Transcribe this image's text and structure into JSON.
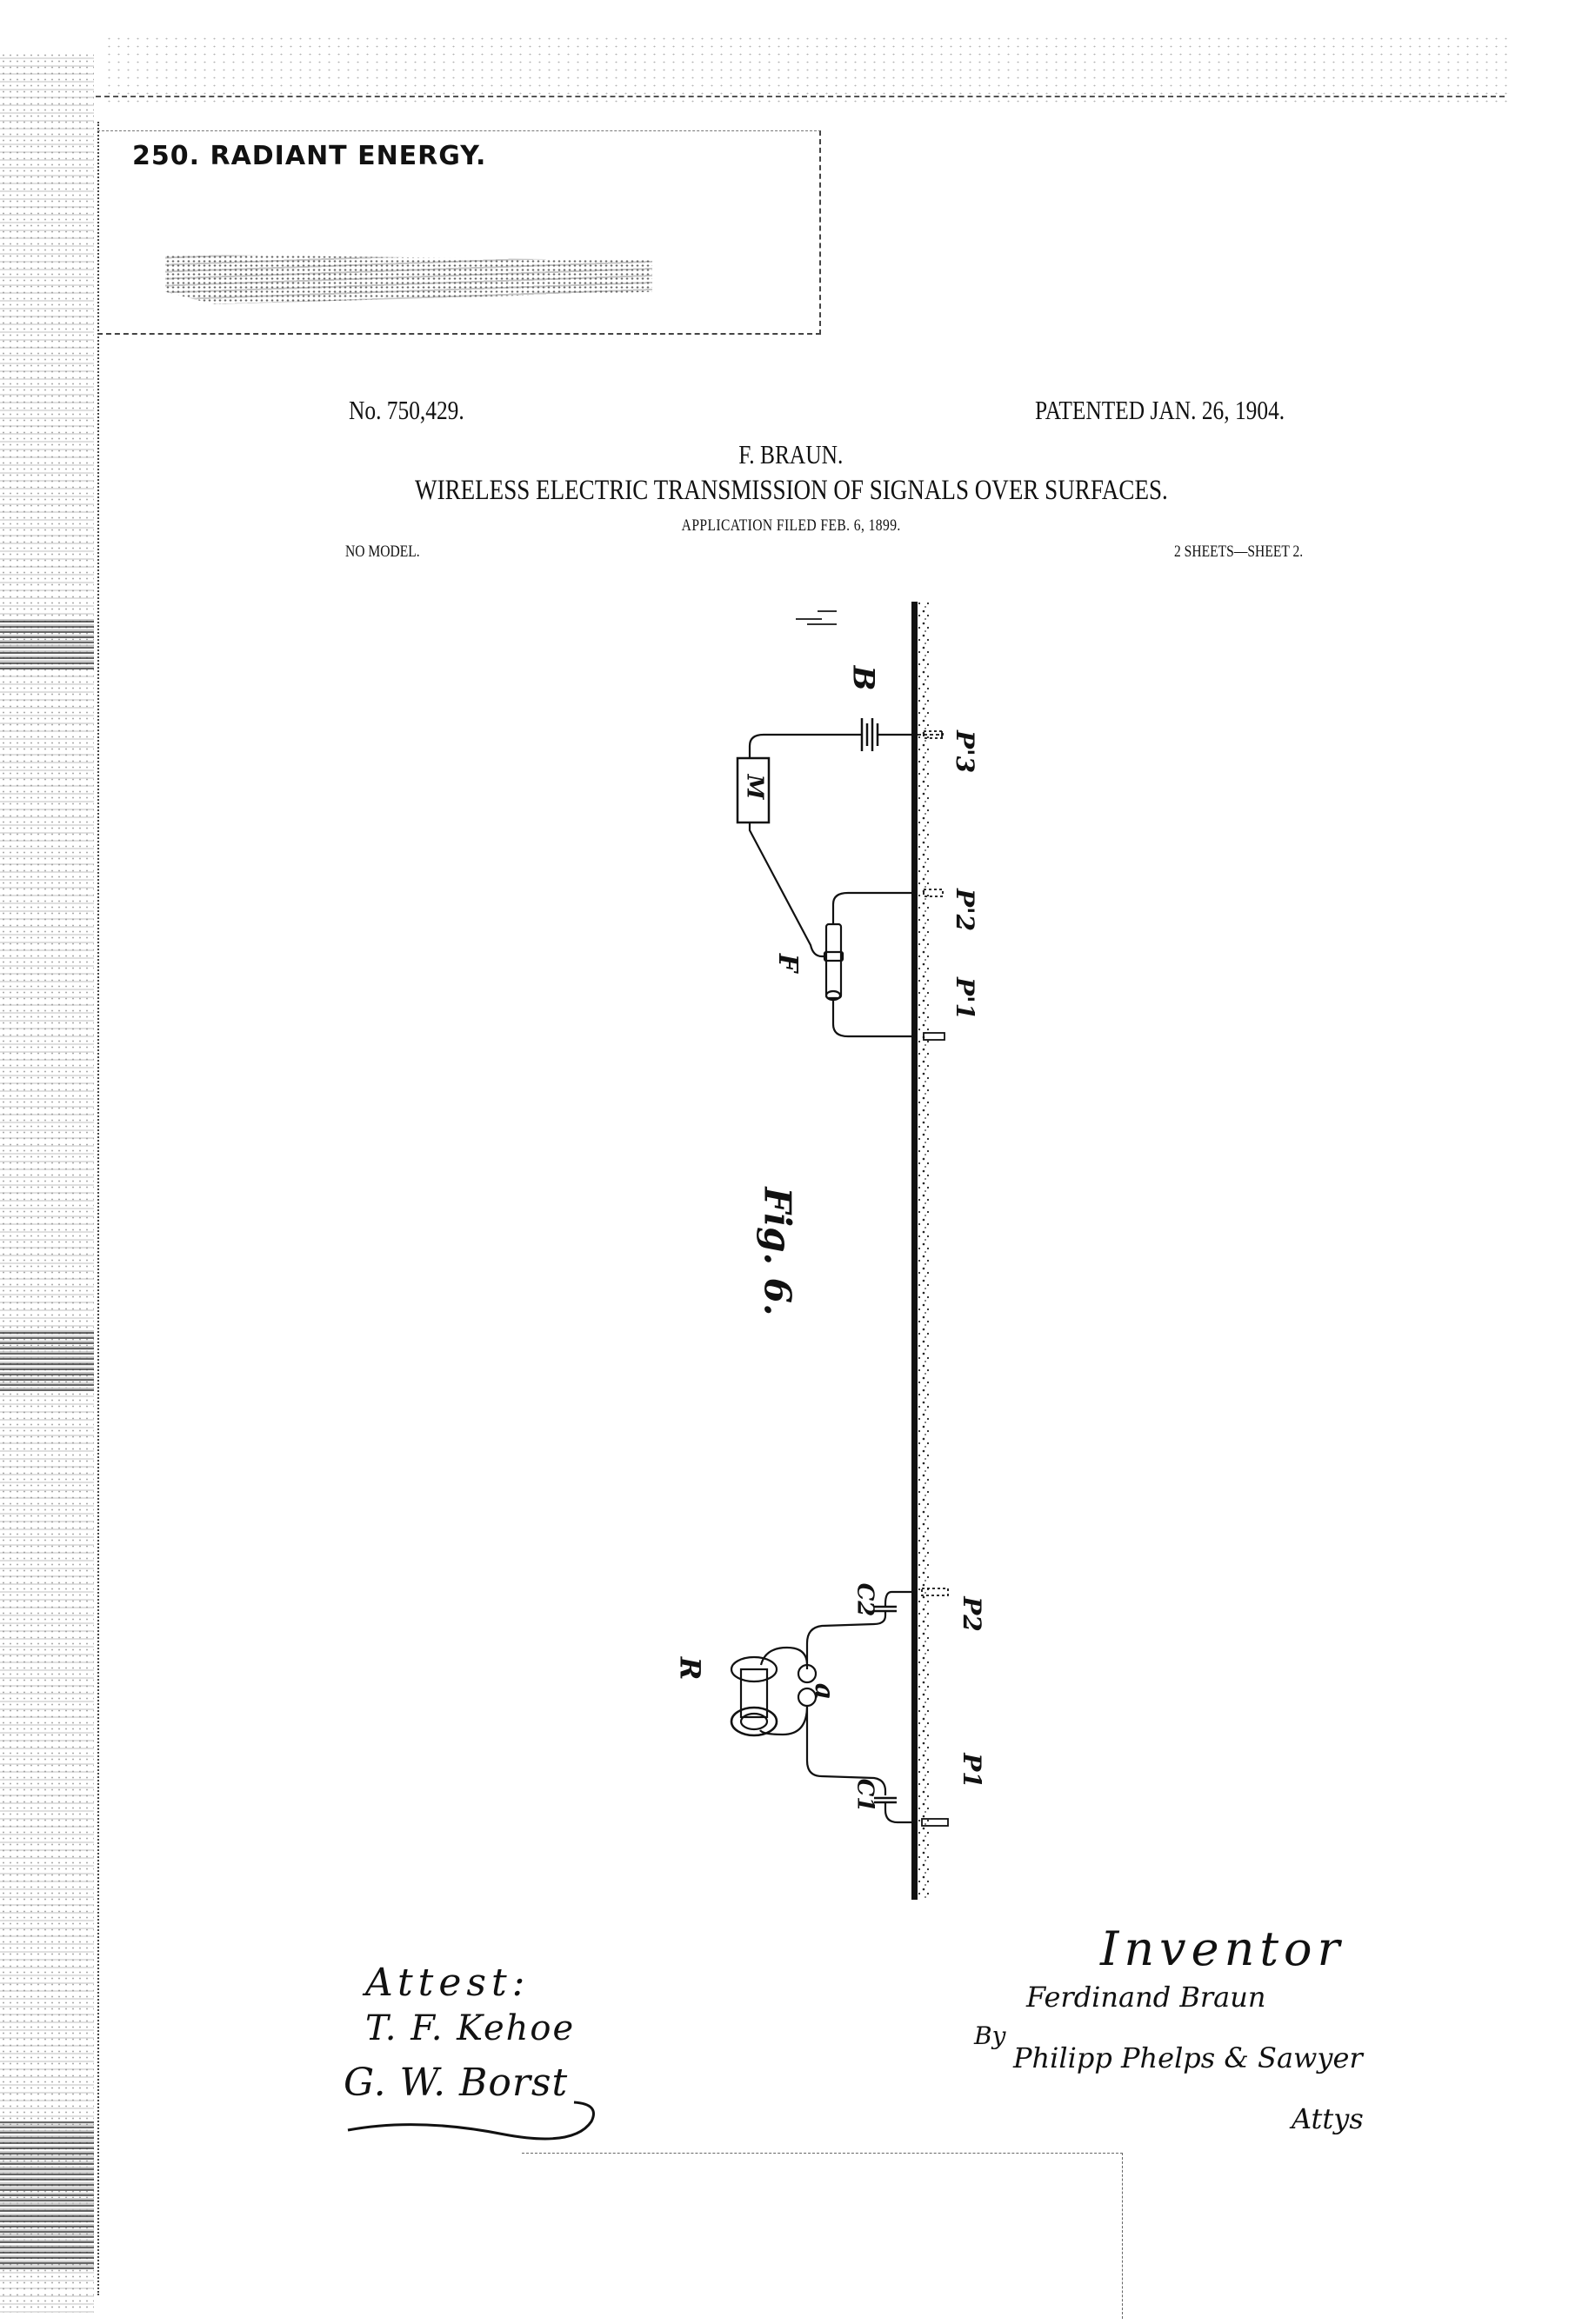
{
  "stamp": {
    "classification": "250. RADIANT ENERGY."
  },
  "header": {
    "patent_number": "No. 750,429.",
    "patented_date": "PATENTED JAN. 26, 1904.",
    "inventor": "F. BRAUN.",
    "title": "WIRELESS ELECTRIC TRANSMISSION OF SIGNALS OVER SURFACES.",
    "application_filed": "APPLICATION FILED FEB. 6, 1899.",
    "model": "NO MODEL.",
    "sheets": "2 SHEETS—SHEET 2."
  },
  "figure": {
    "label": "Fig. 6.",
    "components": {
      "battery": "B",
      "meter": "M",
      "key": "F",
      "plate_p3_prime": "P'3",
      "plate_p2_prime": "P'2",
      "plate_p1_prime": "P'1",
      "receiver": "R",
      "contacts": "a",
      "capacitor_c2": "C2",
      "capacitor_c1": "C1",
      "plate_p2": "P2",
      "plate_p1": "P1"
    }
  },
  "signatures": {
    "attest_label": "Attest:",
    "witness_1": "T. F. Kehoe",
    "witness_2": "G. W. Borst",
    "inventor_label": "Inventor",
    "inventor_signature": "Ferdinand Braun",
    "by_label": "By",
    "attorneys": "Philipp Phelps & Sawyer",
    "attys_label": "Attys"
  },
  "colors": {
    "ink": "#111111",
    "paper": "#ffffff"
  }
}
